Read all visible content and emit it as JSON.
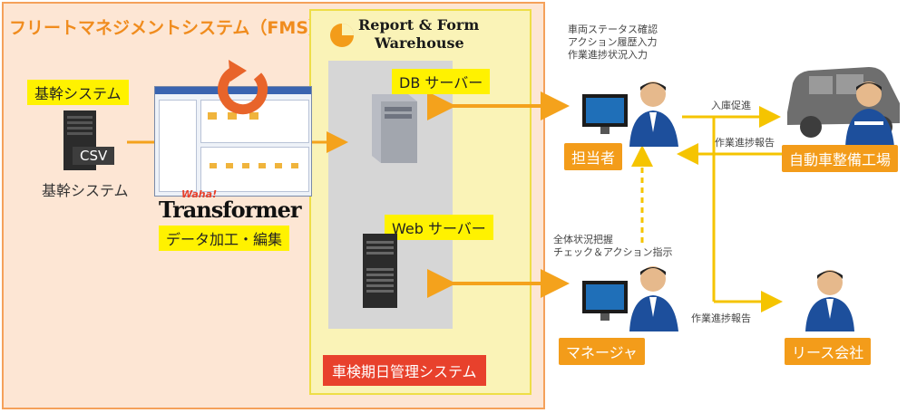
{
  "fms": {
    "title": "フリートマネジメントシステム（FMS）"
  },
  "core": {
    "label": "基幹システム",
    "csv": "CSV",
    "caption": "基幹システム"
  },
  "transformer": {
    "waha": "Waha!",
    "logo": "Transformer",
    "label": "データ加工・編集"
  },
  "rfw": {
    "title_line1": "Report & Form",
    "title_line2": "Warehouse",
    "db_label": "DB サーバー",
    "web_label": "Web サーバー"
  },
  "inspection": {
    "label": "車検期日管理システム"
  },
  "staff": {
    "label": "担当者",
    "notes": [
      "車両ステータス確認",
      "アクション履歴入力",
      "作業進捗状況入力"
    ]
  },
  "manager": {
    "label": "マネージャ",
    "notes": [
      "全体状況把握",
      "チェック＆アクション指示"
    ]
  },
  "garage": {
    "label": "自動車整備工場"
  },
  "lease": {
    "label": "リース会社"
  },
  "arrows": {
    "entry_prompt": "入庫促進",
    "progress_report_1": "作業進捗報告",
    "progress_report_2": "作業進捗報告"
  },
  "colors": {
    "orange": "#f39c1a",
    "arrow_orange": "#f4a21c",
    "yellow": "#fff200",
    "red": "#e8412c",
    "panel_peach": "#fde6d4",
    "panel_yellow": "#faf3b7",
    "person_blue": "#1d4f9c"
  }
}
